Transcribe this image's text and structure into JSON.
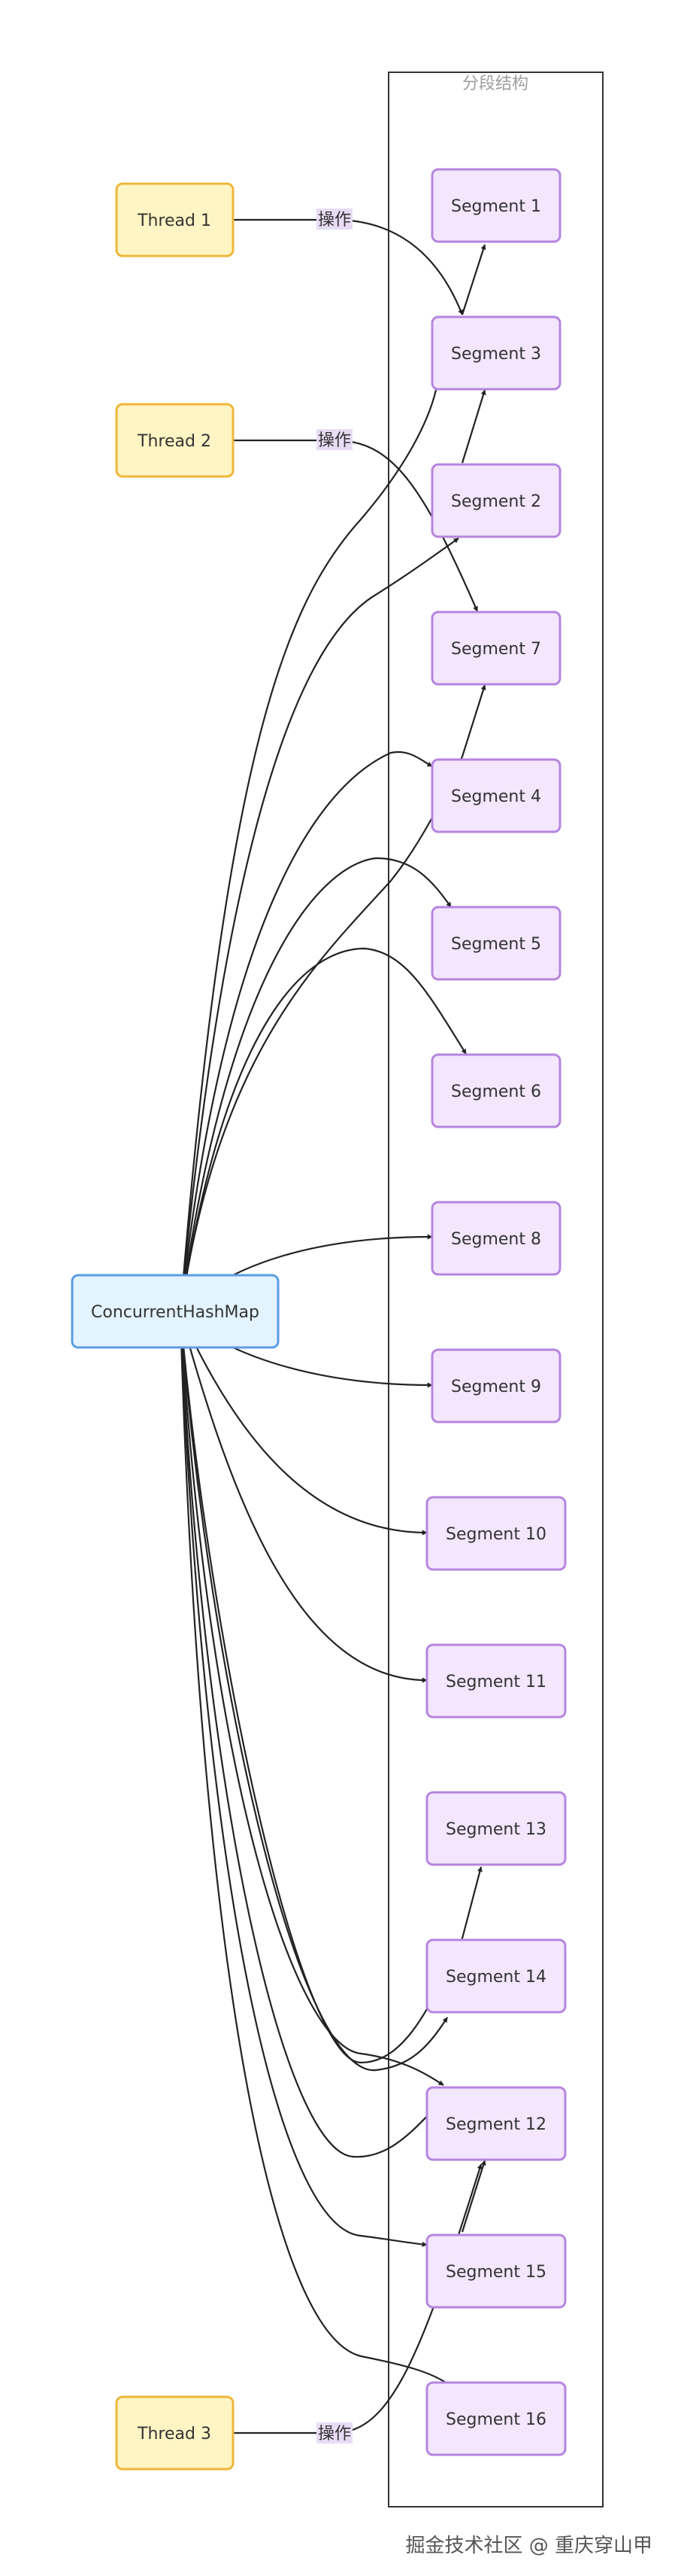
{
  "cluster": {
    "title": "分段结构"
  },
  "edge_label": "操作",
  "watermark": "掘金技术社区 @ 重庆穿山甲",
  "colors": {
    "thread_fill": "#fff5c4",
    "thread_stroke": "#f0b63a",
    "map_fill": "#e3f3ff",
    "map_stroke": "#5a9ee6",
    "segment_fill": "#f3e6fd",
    "segment_stroke": "#b685e0",
    "edge": "#222222",
    "label_bg": "#e8dcf5"
  },
  "nodes": {
    "thread1": "Thread 1",
    "thread2": "Thread 2",
    "thread3": "Thread 3",
    "map": "ConcurrentHashMap",
    "seg1": "Segment 1",
    "seg3": "Segment 3",
    "seg2": "Segment 2",
    "seg7": "Segment 7",
    "seg4": "Segment 4",
    "seg5": "Segment 5",
    "seg6": "Segment 6",
    "seg8": "Segment 8",
    "seg9": "Segment 9",
    "seg10": "Segment 10",
    "seg11": "Segment 11",
    "seg13": "Segment 13",
    "seg14": "Segment 14",
    "seg12": "Segment 12",
    "seg15": "Segment 15",
    "seg16": "Segment 16"
  }
}
